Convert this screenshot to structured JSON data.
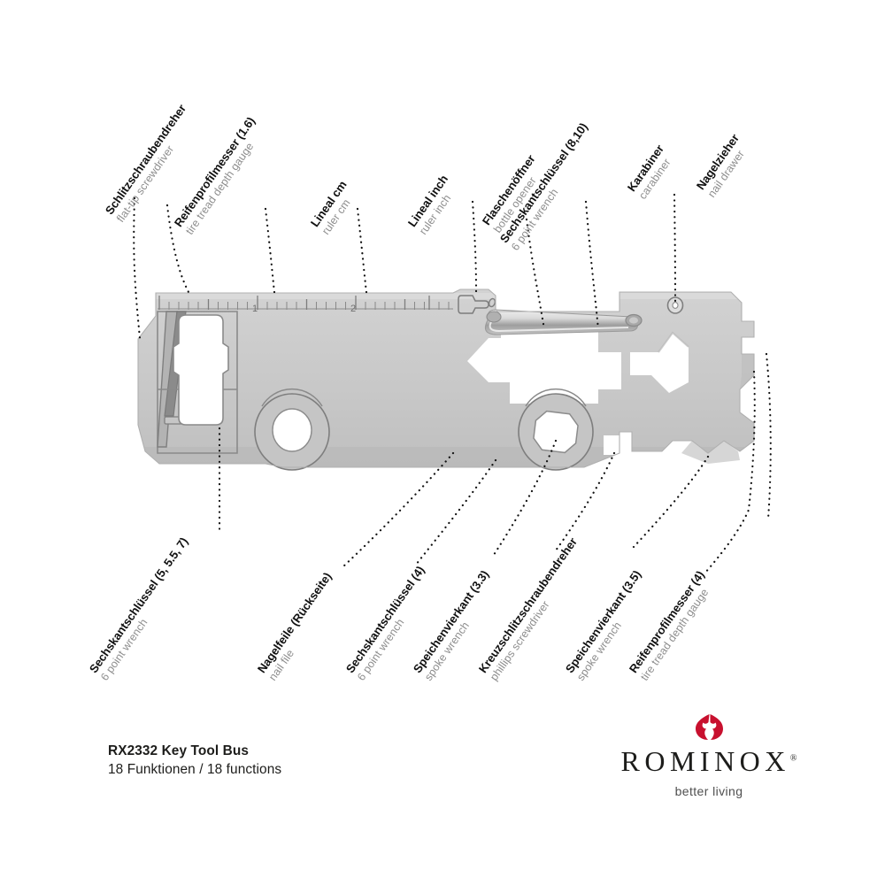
{
  "product": {
    "code_and_name": "RX2332 Key Tool Bus",
    "functions_line": "18 Funktionen / 18 functions"
  },
  "brand": {
    "wordmark": "ROMINOX",
    "registered": "®",
    "tagline": "better living",
    "mark_color": "#C8102E"
  },
  "colors": {
    "tool_body": "#c9c9c9",
    "tool_edge": "#7a7a7a",
    "tool_highlight": "#e2e2e2",
    "tool_shadow": "#a6a6a6",
    "leader_line": "#111111",
    "label_de": "#111111",
    "label_en": "#8d8d8d",
    "background": "#ffffff"
  },
  "ruler": {
    "unit_labels": [
      "1",
      "2"
    ],
    "scale_note_cm": "Lineal cm",
    "scale_note_inch": "Lineal inch"
  },
  "callouts_top": [
    {
      "id": "flat-tip-screwdriver",
      "de": "Schlitzschraubendreher",
      "de_paren": "",
      "en": "flat-tip screwdriver"
    },
    {
      "id": "tire-tread-depth-gauge-16",
      "de": "Reifenprofilmesser",
      "de_paren": " (1.6)",
      "en": "tire tread depth gauge"
    },
    {
      "id": "ruler-cm",
      "de": "Lineal cm",
      "de_paren": "",
      "en": "ruler cm"
    },
    {
      "id": "ruler-inch",
      "de": "Lineal inch",
      "de_paren": "",
      "en": "ruler inch"
    },
    {
      "id": "bottle-opener",
      "de": "Flaschenöffner",
      "de_paren": "",
      "en": "bottle opener"
    },
    {
      "id": "six-point-wrench-8-10",
      "de": "Sechskantschlüssel",
      "de_paren": " (8,10)",
      "en": "6 point wrench"
    },
    {
      "id": "carabiner",
      "de": "Karabiner",
      "de_paren": "",
      "en": "carabiner"
    },
    {
      "id": "nail-drawer",
      "de": "Nagelzieher",
      "de_paren": "",
      "en": "nail drawer"
    }
  ],
  "callouts_bottom": [
    {
      "id": "six-point-wrench-5-55-7",
      "de": "Sechskantschlüssel",
      "de_paren": " (5, 5.5, 7)",
      "en": "6 point wrench"
    },
    {
      "id": "nail-file-back",
      "de": "Nagelfeile",
      "de_paren": " (Rückseite)",
      "en": "nail file"
    },
    {
      "id": "six-point-wrench-4",
      "de": "Sechskantschlüssel",
      "de_paren": " (4)",
      "en": "6 point wrench"
    },
    {
      "id": "spoke-wrench-33",
      "de": "Speichenvierkant",
      "de_paren": " (3.3)",
      "en": "spoke wrench"
    },
    {
      "id": "phillips-screwdriver",
      "de": "Kreuzschlitzschraubendreher",
      "de_paren": "",
      "en": "phillips screwdriver"
    },
    {
      "id": "spoke-wrench-35",
      "de": "Speichenvierkant",
      "de_paren": " (3.5)",
      "en": "spoke wrench"
    },
    {
      "id": "tire-tread-depth-gauge-4",
      "de": "Reifenprofilmesser",
      "de_paren": " (4)",
      "en": "tire tread depth gauge"
    }
  ]
}
